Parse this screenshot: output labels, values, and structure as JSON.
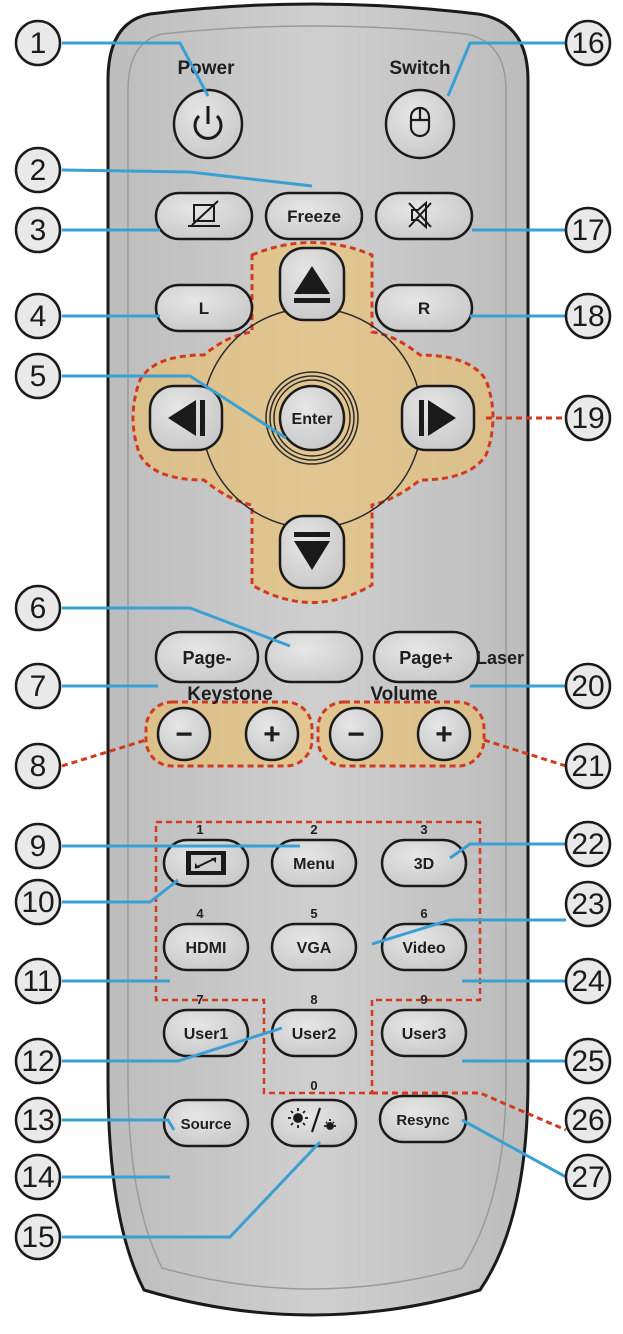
{
  "labels": {
    "power": "Power",
    "switch": "Switch",
    "keystone": "Keystone",
    "volume": "Volume"
  },
  "buttons": {
    "freeze": "Freeze",
    "l": "L",
    "r": "R",
    "enter": "Enter",
    "page_minus": "Page-",
    "page_plus": "Page+",
    "laser": "Laser",
    "menu": "Menu",
    "three_d": "3D",
    "hdmi": "HDMI",
    "vga": "VGA",
    "video": "Video",
    "user1": "User1",
    "user2": "User2",
    "user3": "User3",
    "source": "Source",
    "resync": "Resync",
    "minus": "−",
    "plus": "+"
  },
  "keypad_digits": {
    "d1": "1",
    "d2": "2",
    "d3": "3",
    "d4": "4",
    "d5": "5",
    "d6": "6",
    "d7": "7",
    "d8": "8",
    "d9": "9",
    "d0": "0"
  },
  "callouts": {
    "c1": "1",
    "c2": "2",
    "c3": "3",
    "c4": "4",
    "c5": "5",
    "c6": "6",
    "c7": "7",
    "c8": "8",
    "c9": "9",
    "c10": "10",
    "c11": "11",
    "c12": "12",
    "c13": "13",
    "c14": "14",
    "c15": "15",
    "c16": "16",
    "c17": "17",
    "c18": "18",
    "c19": "19",
    "c20": "20",
    "c21": "21",
    "c22": "22",
    "c23": "23",
    "c24": "24",
    "c25": "25",
    "c26": "26",
    "c27": "27"
  },
  "colors": {
    "body": "#c6c6c6",
    "button": "#d3d3d3",
    "leader_line": "#3aa0d4",
    "group_outline": "#d13a1e",
    "group_fill": "#f0b64a"
  },
  "icons": [
    "power-icon",
    "mouse-icon",
    "blank-screen-icon",
    "mute-icon",
    "aspect-ratio-icon",
    "brightness-icon",
    "arrow-up-icon",
    "arrow-down-icon",
    "arrow-left-icon",
    "arrow-right-icon"
  ]
}
